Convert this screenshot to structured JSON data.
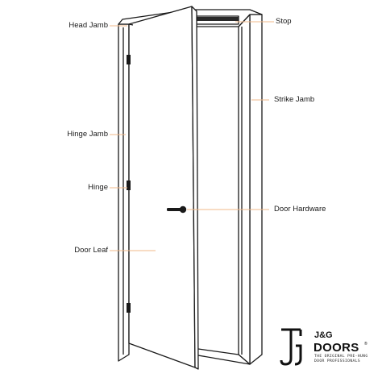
{
  "labels": {
    "head_jamb": "Head Jamb",
    "hinge_jamb": "Hinge Jamb",
    "hinge": "Hinge",
    "door_leaf": "Door Leaf",
    "stop": "Stop",
    "strike_jamb": "Strike Jamb",
    "door_hardware": "Door Hardware"
  },
  "logo": {
    "brand_line1": "J&G",
    "brand_line2": "DOORS",
    "registered": "®",
    "tagline_line1": "THE ORIGINAL PRE-HUNG",
    "tagline_line2": "DOOR PROFESSIONALS"
  },
  "colors": {
    "leader_line": "#f2b889",
    "outline": "#1a1a1a",
    "background": "#ffffff"
  }
}
